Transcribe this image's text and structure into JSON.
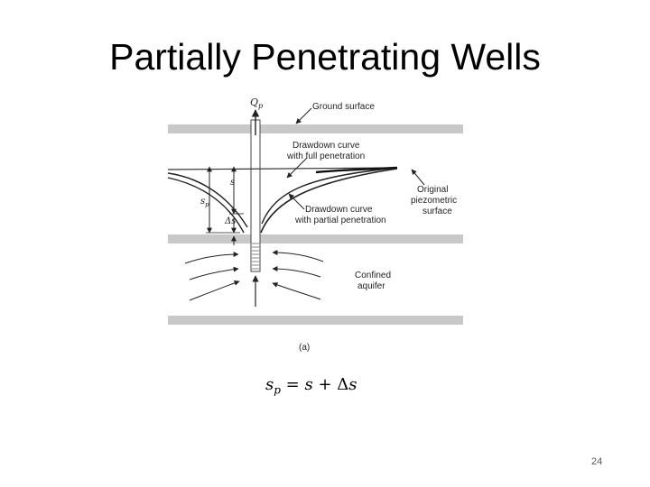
{
  "slide": {
    "title": "Partially Penetrating Wells",
    "page_number": "24"
  },
  "diagram": {
    "well_discharge_symbol": "Q",
    "well_discharge_subscript": "p",
    "labels": {
      "ground_surface": "Ground surface",
      "drawdown_full_1": "Drawdown curve",
      "drawdown_full_2": "with full penetration",
      "original_1": "Original",
      "original_2": "piezometric",
      "original_3": "surface",
      "drawdown_partial_1": "Drawdown curve",
      "drawdown_partial_2": "with partial penetration",
      "confined_1": "Confined",
      "confined_2": "aquifer",
      "sub_figure": "(a)"
    },
    "symbols": {
      "s": "s",
      "sp_base": "s",
      "sp_sub": "p",
      "delta_s": "Δs"
    }
  },
  "formula": {
    "lhs_base": "s",
    "lhs_sub": "p",
    "equals": " = ",
    "s": "s",
    "plus": " + ",
    "delta": "Δ",
    "delta_s": "s"
  }
}
